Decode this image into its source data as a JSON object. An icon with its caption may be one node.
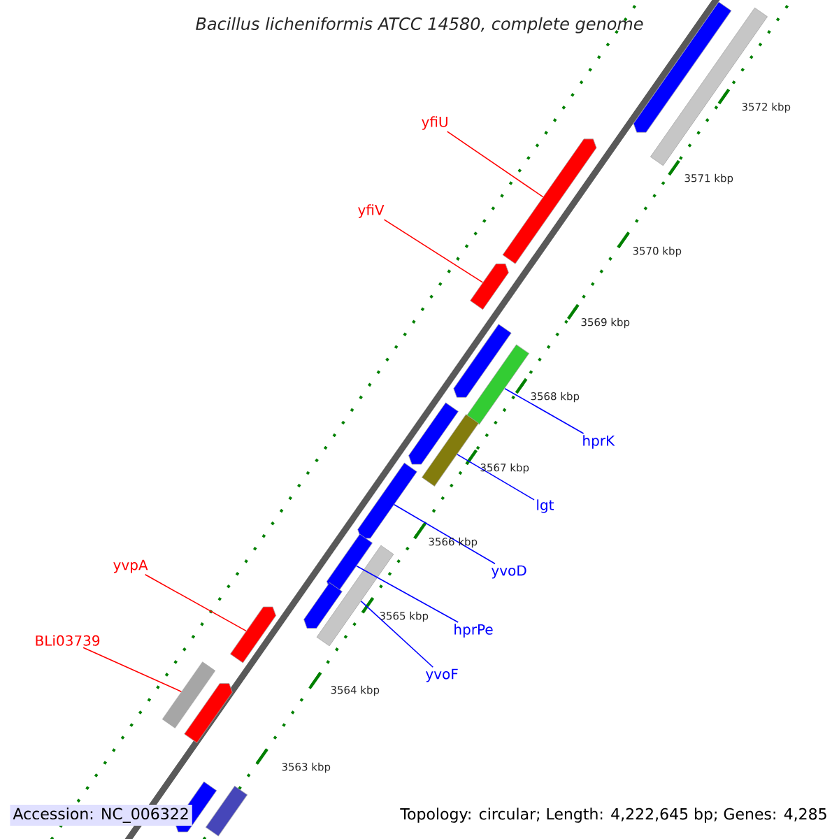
{
  "diagram": {
    "title": "Bacillus licheniformis ATCC 14580, complete genome",
    "nodes": [
      {
        "text": [
          "yfiU"
        ]
      },
      {
        "text": [
          "yfiV"
        ]
      },
      {
        "text": [
          "hprK"
        ]
      },
      {
        "text": [
          "lgt"
        ]
      },
      {
        "text": [
          "yvoD"
        ]
      },
      {
        "text": [
          "yvpA"
        ]
      },
      {
        "text": [
          "hprPe"
        ]
      },
      {
        "text": [
          "BLi03739"
        ]
      },
      {
        "text": [
          "yvoF"
        ]
      },
      {
        "text": [],
        "shape": "arrow"
      },
      {
        "text": [],
        "shape": "arrow"
      },
      {
        "text": [],
        "shape": "bar"
      },
      {
        "text": [],
        "shape": "bar"
      },
      {
        "text": [],
        "shape": "arrow"
      },
      {
        "text": [],
        "shape": "arrow"
      },
      {
        "text": [],
        "shape": "bar"
      },
      {
        "text": [],
        "shape": "arrow"
      },
      {
        "text": [],
        "shape": "bar"
      },
      {
        "text": [],
        "shape": "arrow"
      },
      {
        "text": [],
        "shape": "bar"
      },
      {
        "text": [],
        "shape": "arrow"
      },
      {
        "text": [],
        "shape": "arrow"
      },
      {
        "text": [],
        "shape": "arrow"
      },
      {
        "text": [],
        "shape": "arrow"
      },
      {
        "text": [],
        "shape": "arrow"
      },
      {
        "text": [],
        "shape": "bar"
      }
    ],
    "edges": [
      {
        "from": 0,
        "to": 9,
        "arrow": "none",
        "color": "#ff0000"
      },
      {
        "from": 1,
        "to": 10,
        "arrow": "none",
        "color": "#ff0000"
      },
      {
        "from": 2,
        "to": 11,
        "arrow": "none"
      },
      {
        "from": 3,
        "to": 12,
        "arrow": "none"
      },
      {
        "from": 4,
        "to": 13,
        "arrow": "none"
      },
      {
        "from": 5,
        "to": 16,
        "arrow": "none",
        "color": "#ff0000"
      },
      {
        "from": 6,
        "to": 14,
        "arrow": "none"
      },
      {
        "from": 7,
        "to": 17,
        "arrow": "none",
        "color": "#ff0000"
      },
      {
        "from": 8,
        "to": 15,
        "arrow": "none"
      }
    ],
    "labels": [
      "3572 kbp",
      "3571 kbp",
      "3570 kbp",
      "3569 kbp",
      "3568 kbp",
      "3567 kbp",
      "3566 kbp",
      "3565 kbp",
      "3564 kbp",
      "3563 kbp",
      "Accession: NC_006322",
      "Topology: circular; Length: 4,222,645 bp; Genes: 4,285"
    ]
  }
}
